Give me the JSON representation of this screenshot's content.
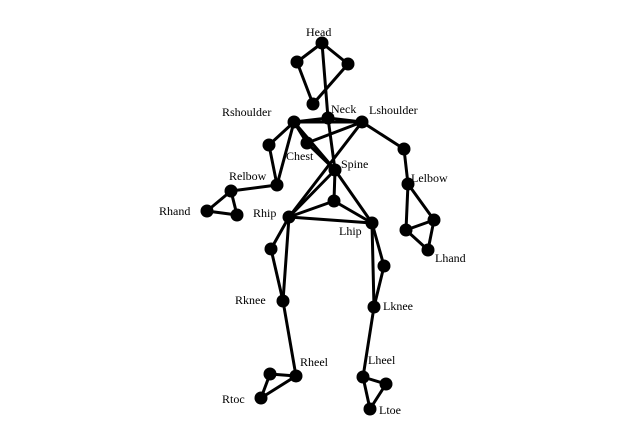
{
  "colors": {
    "background": "#ffffff",
    "ink": "#000000"
  },
  "labels": {
    "head": "Head",
    "neck": "Neck",
    "rshoulder": "Rshoulder",
    "lshoulder": "Lshoulder",
    "chest": "Chest",
    "spine": "Spine",
    "relbow": "Relbow",
    "lelbow": "Lelbow",
    "rhand": "Rhand",
    "lhand": "Lhand",
    "rhip": "Rhip",
    "lhip": "Lhip",
    "rknee": "Rknee",
    "lknee": "Lknee",
    "rheel": "Rheel",
    "lheel": "Lheel",
    "rtoe": "Rtoc",
    "ltoe": "Ltoe"
  }
}
